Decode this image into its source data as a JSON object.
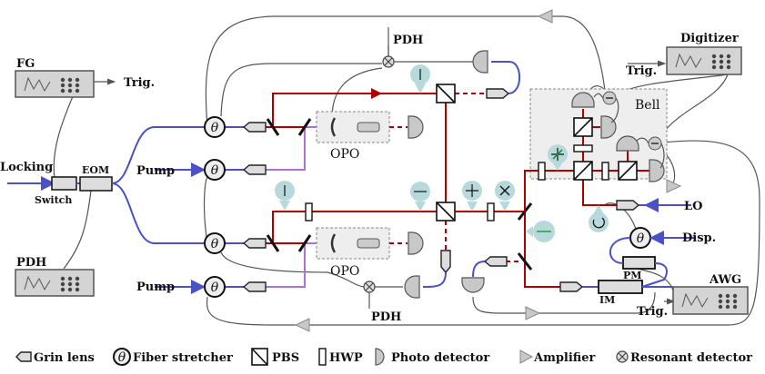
{
  "labels": {
    "fg": "FG",
    "trig": "Trig.",
    "locking": "Locking",
    "switch": "Switch",
    "eom": "EOM",
    "pdh": "PDH",
    "pump": "Pump",
    "opo": "OPO",
    "bell": "Bell",
    "digitizer": "Digitizer",
    "lo": "LO",
    "disp": "Disp.",
    "pm": "PM",
    "im": "IM",
    "awg": "AWG",
    "theta": "θ",
    "minus": "−"
  },
  "legend": [
    {
      "icon": "grin-lens",
      "label": "Grin lens"
    },
    {
      "icon": "fiber-stretcher",
      "label": "Fiber stretcher"
    },
    {
      "icon": "pbs",
      "label": "PBS"
    },
    {
      "icon": "hwp",
      "label": "HWP"
    },
    {
      "icon": "photo-detector",
      "label": "Photo detector"
    },
    {
      "icon": "amplifier",
      "label": "Amplifier"
    },
    {
      "icon": "resonant-detector",
      "label": "Resonant detector"
    }
  ],
  "colors": {
    "squeezed_beam": "#b00000",
    "fiber_beam": "#4a50c8",
    "pump_beam": "#b070d8",
    "electrical": "#555555",
    "actuator_bubble": "#b7d9dc"
  }
}
